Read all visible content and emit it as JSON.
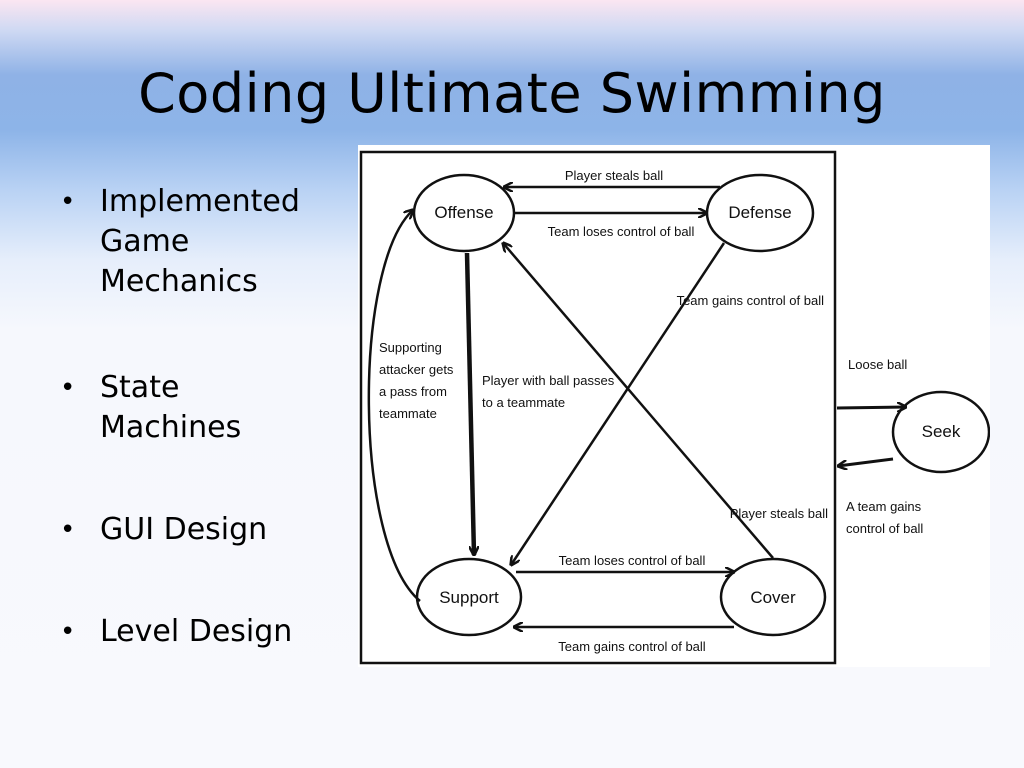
{
  "slide": {
    "title": "Coding Ultimate Swimming",
    "bullets": [
      {
        "lines": [
          "Implemented",
          "Game",
          "Mechanics"
        ]
      },
      {
        "lines": [
          "State",
          "Machines"
        ]
      },
      {
        "lines": [
          "GUI Design"
        ]
      },
      {
        "lines": [
          "Level Design"
        ]
      }
    ],
    "bullet_glyph": "•"
  },
  "diagram": {
    "states": {
      "offense": "Offense",
      "defense": "Defense",
      "support": "Support",
      "cover": "Cover",
      "seek": "Seek"
    },
    "transitions": {
      "defense_to_offense": "Player steals ball",
      "offense_to_defense": "Team loses control of ball",
      "defense_to_support": "Team gains control of ball",
      "support_to_offense": [
        "Supporting",
        "attacker gets",
        "a pass from",
        "teammate"
      ],
      "offense_to_support": [
        "Player with ball passes",
        "to a teammate"
      ],
      "cover_to_offense": "Player steals ball",
      "support_to_cover": "Team loses control of ball",
      "cover_to_support": "Team gains control of ball",
      "to_seek": "Loose ball",
      "from_seek": [
        "A team gains",
        "control of ball"
      ]
    }
  }
}
